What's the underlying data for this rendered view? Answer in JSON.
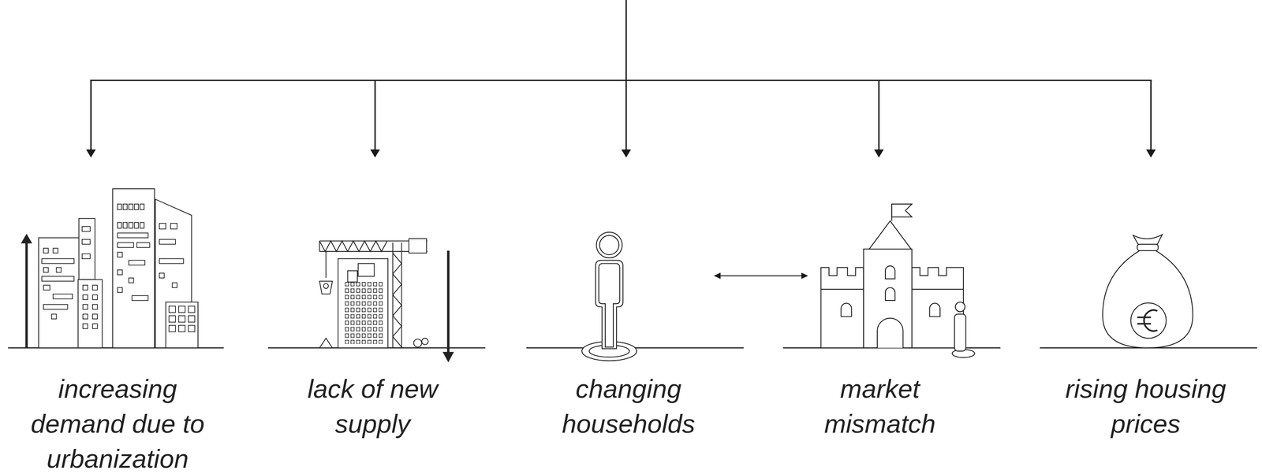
{
  "diagram": {
    "nodes": [
      {
        "text": [
          "increasing demand due to urbanization"
        ]
      },
      {
        "text": [
          "lack of new supply"
        ]
      },
      {
        "text": [
          "changing households"
        ]
      },
      {
        "text": [
          "market mismatch"
        ]
      },
      {
        "text": [
          "rising housing prices"
        ]
      }
    ],
    "edges": [
      {
        "from": 2,
        "to": 3,
        "arrow": "both"
      }
    ]
  }
}
